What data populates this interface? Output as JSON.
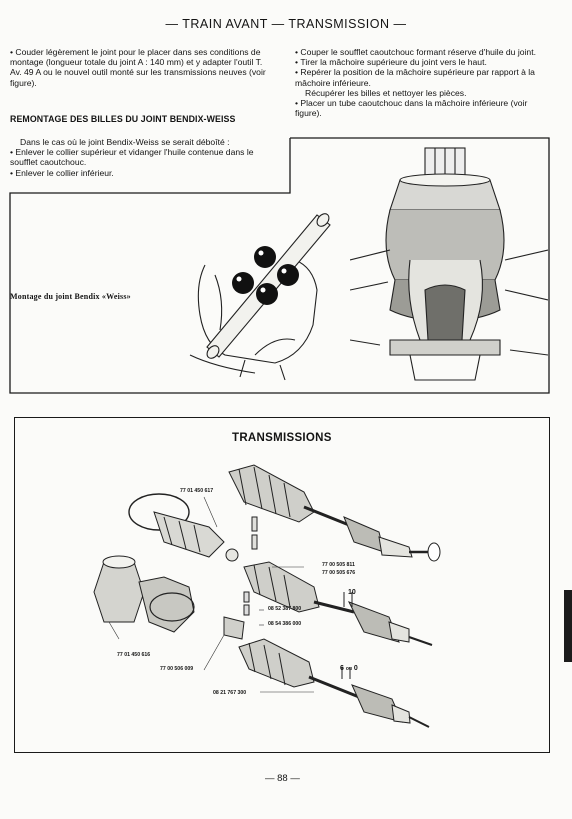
{
  "header": {
    "title": "— TRAIN AVANT — TRANSMISSION —"
  },
  "left_column": {
    "para1": "Couder légèrement le joint pour le placer dans ses conditions de montage (longueur totale du joint A : 140 mm) et y adapter l'outil T. Av. 49 A ou le nouvel outil monté sur les transmissions neuves (voir figure).",
    "heading": "REMONTAGE DES BILLES DU JOINT BENDIX-WEISS",
    "intro": "Dans le cas où le joint Bendix-Weiss se serait déboîté :",
    "bullet1": "Enlever le collier supérieur et vidanger l'huile contenue dans le soufflet caoutchouc.",
    "bullet2": "Enlever le collier inférieur."
  },
  "right_column": {
    "bullet1": "Couper le soufflet caoutchouc formant réserve d'huile du joint.",
    "bullet2": "Tirer la mâchoire supérieure du joint vers le haut.",
    "bullet3": "Repérer la position de la mâchoire supérieure par rapport à la mâchoire inférieure.",
    "note": "Récupérer les billes et nettoyer les pièces.",
    "bullet4": "Placer un tube caoutchouc dans la mâchoire inférieure (voir figure)."
  },
  "figure1": {
    "caption": "Montage du joint Bendix «Weiss»"
  },
  "figure2": {
    "title": "TRANSMISSIONS",
    "part_numbers": {
      "p1": "77 01 450 617",
      "p2": "77 00 505 811",
      "p3": "77 00 505 676",
      "p4": "08 52 387 800",
      "p5": "08 54 386 000",
      "p6": "77 01 450 616",
      "p7": "77 00 506 009",
      "p8": "08 21 767 300",
      "dim1": "10",
      "dim2": "6",
      "dim2_connector": "ou",
      "dim2_tail": "0"
    }
  },
  "footer": {
    "page": "— 88 —"
  }
}
